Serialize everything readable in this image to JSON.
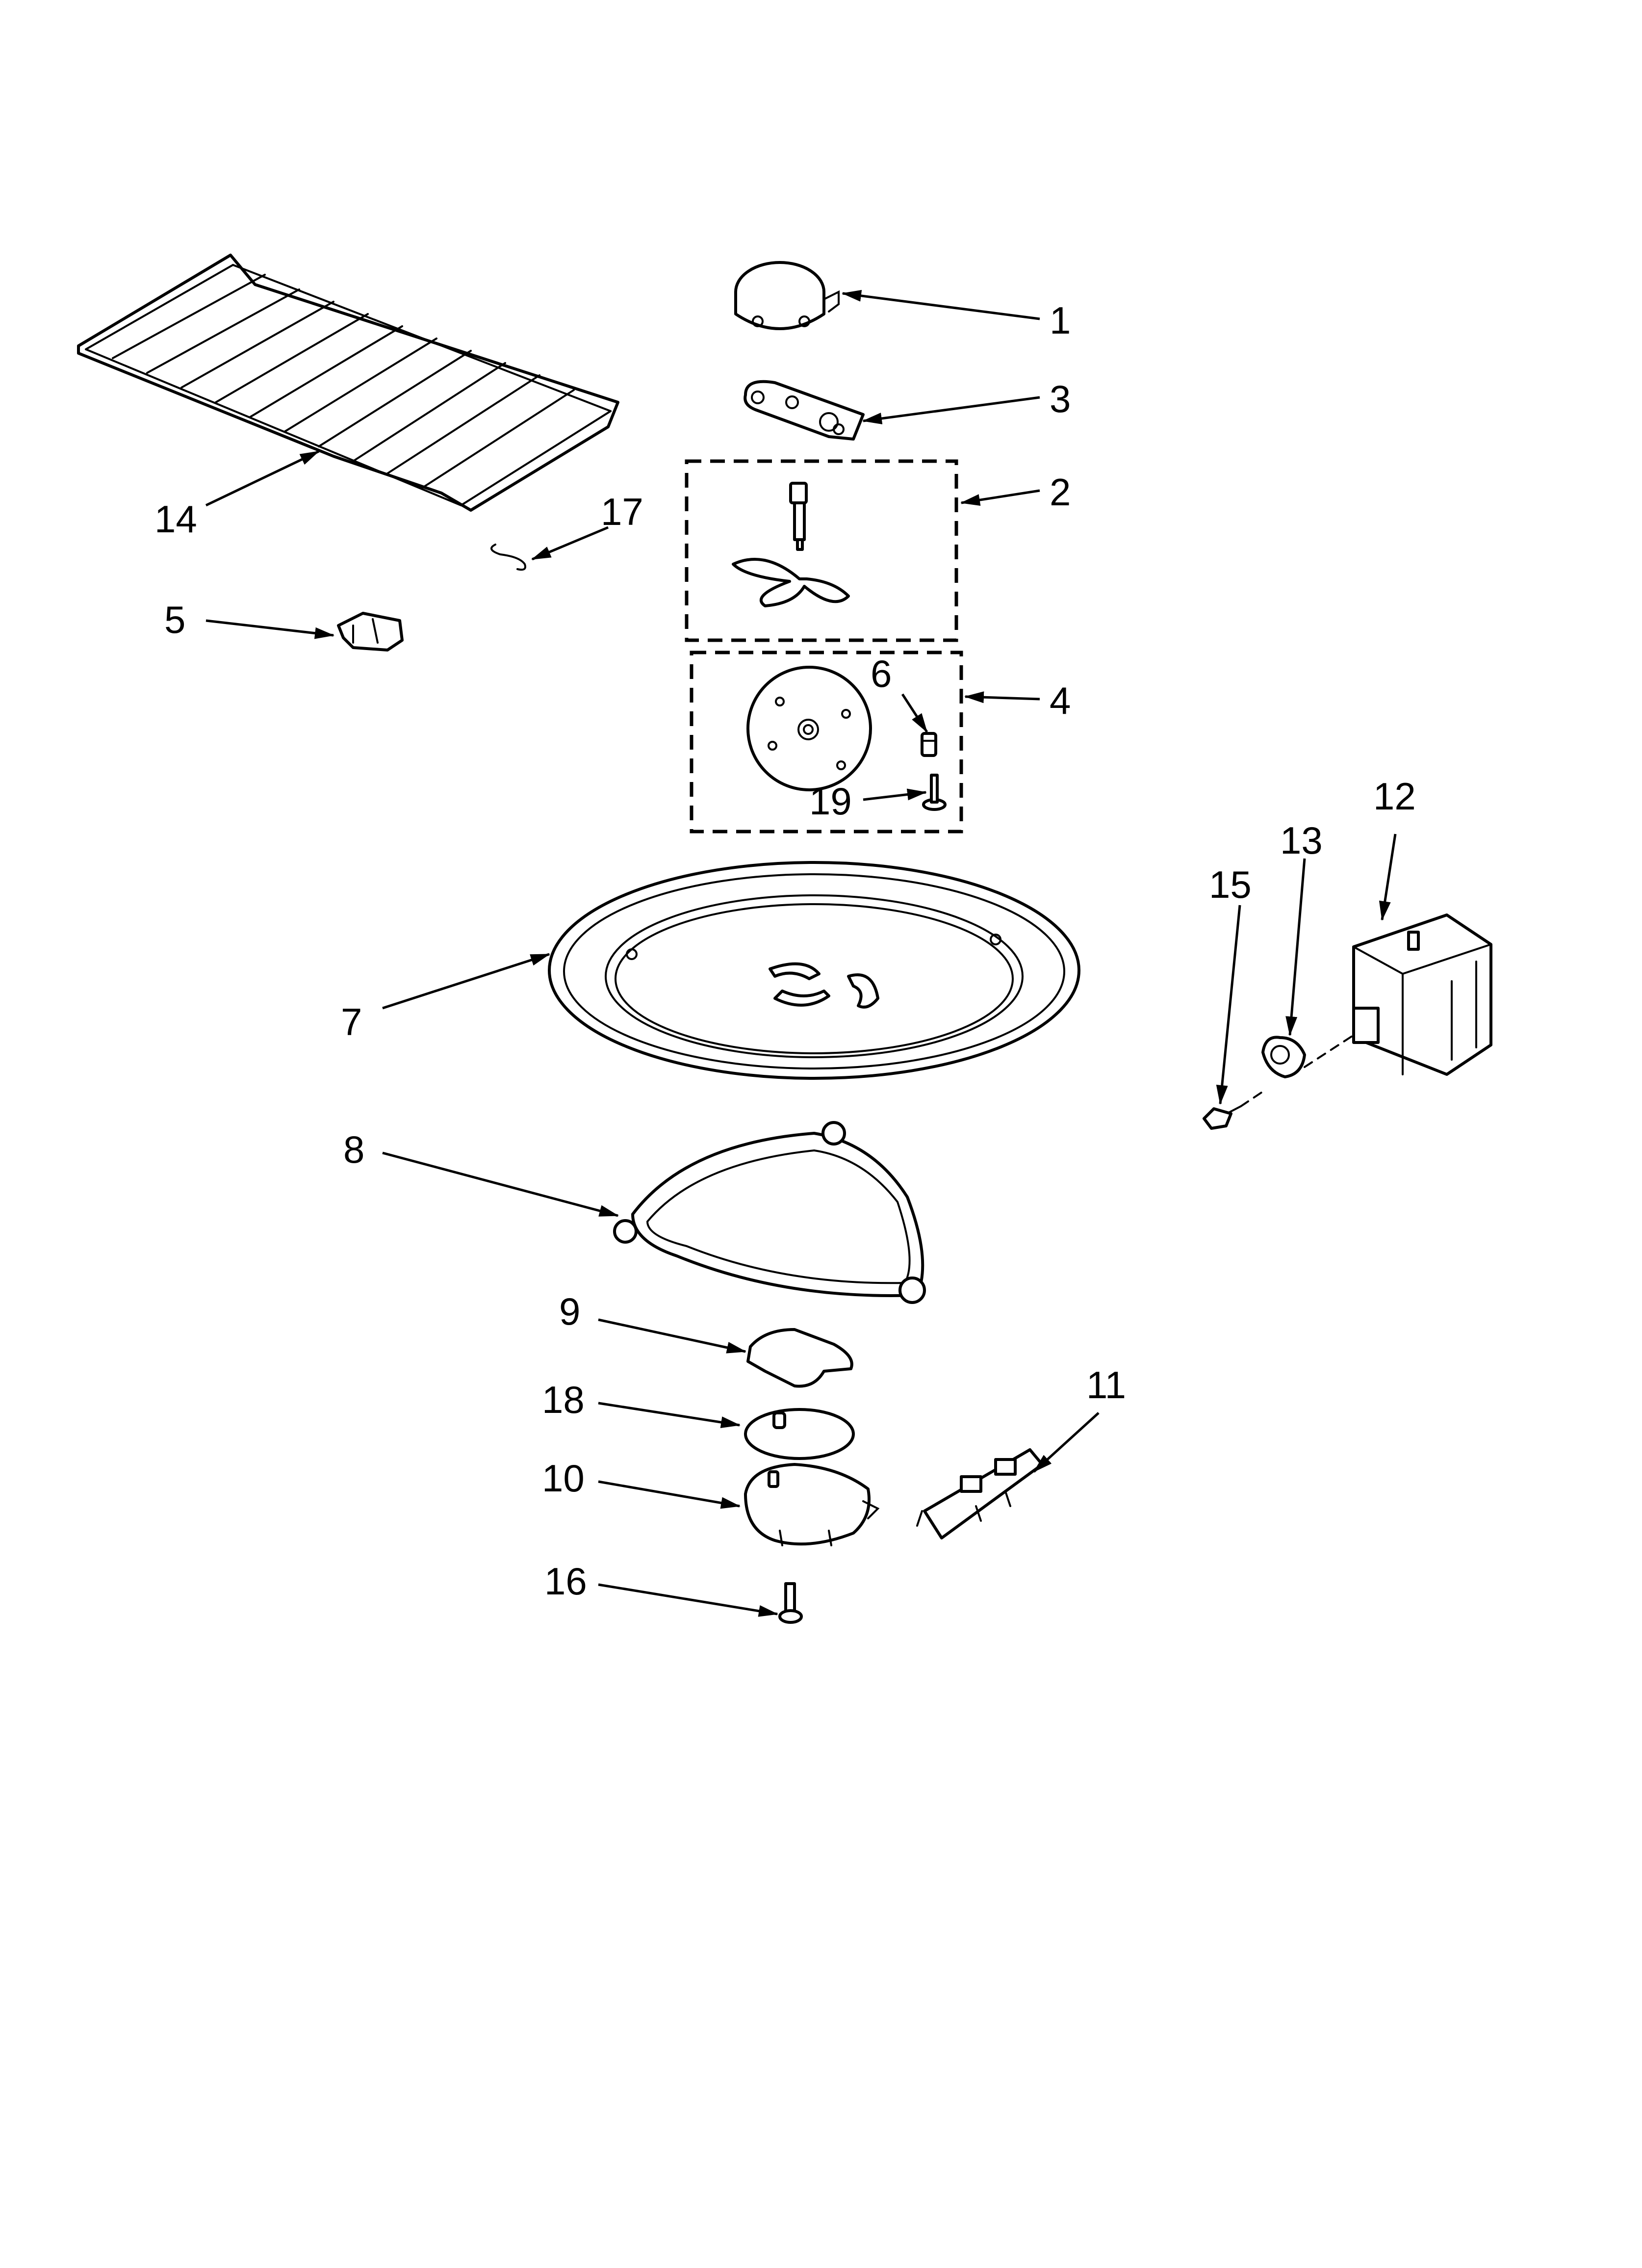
{
  "diagram": {
    "type": "exploded-parts-view",
    "callouts": [
      {
        "id": "1",
        "label": "1"
      },
      {
        "id": "2",
        "label": "2"
      },
      {
        "id": "3",
        "label": "3"
      },
      {
        "id": "4",
        "label": "4"
      },
      {
        "id": "5",
        "label": "5"
      },
      {
        "id": "6",
        "label": "6"
      },
      {
        "id": "7",
        "label": "7"
      },
      {
        "id": "8",
        "label": "8"
      },
      {
        "id": "9",
        "label": "9"
      },
      {
        "id": "10",
        "label": "10"
      },
      {
        "id": "11",
        "label": "11"
      },
      {
        "id": "12",
        "label": "12"
      },
      {
        "id": "13",
        "label": "13"
      },
      {
        "id": "14",
        "label": "14"
      },
      {
        "id": "15",
        "label": "15"
      },
      {
        "id": "16",
        "label": "16"
      },
      {
        "id": "17",
        "label": "17"
      },
      {
        "id": "18",
        "label": "18"
      },
      {
        "id": "19",
        "label": "19"
      }
    ]
  }
}
